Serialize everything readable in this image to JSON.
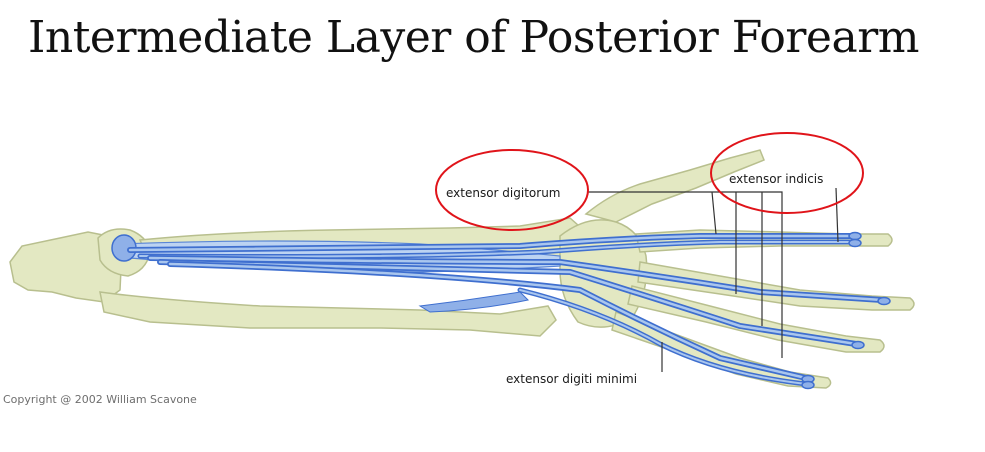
{
  "slide": {
    "title": "Intermediate Layer of Posterior Forearm"
  },
  "figure": {
    "labels": {
      "extensor_digitorum": "extensor digitorum",
      "extensor_indicis": "extensor indicis",
      "extensor_digiti_minimi": "extensor digiti minimi"
    },
    "copyright": "Copyright @ 2002 William Scavone",
    "colors": {
      "bone_fill": "#e3e8c2",
      "bone_outline": "#b8bf8e",
      "tendon_light": "#a9c6ee",
      "tendon_dark": "#3f6fcf",
      "highlight_circle": "#e0141a",
      "leader_line": "#333333"
    }
  }
}
